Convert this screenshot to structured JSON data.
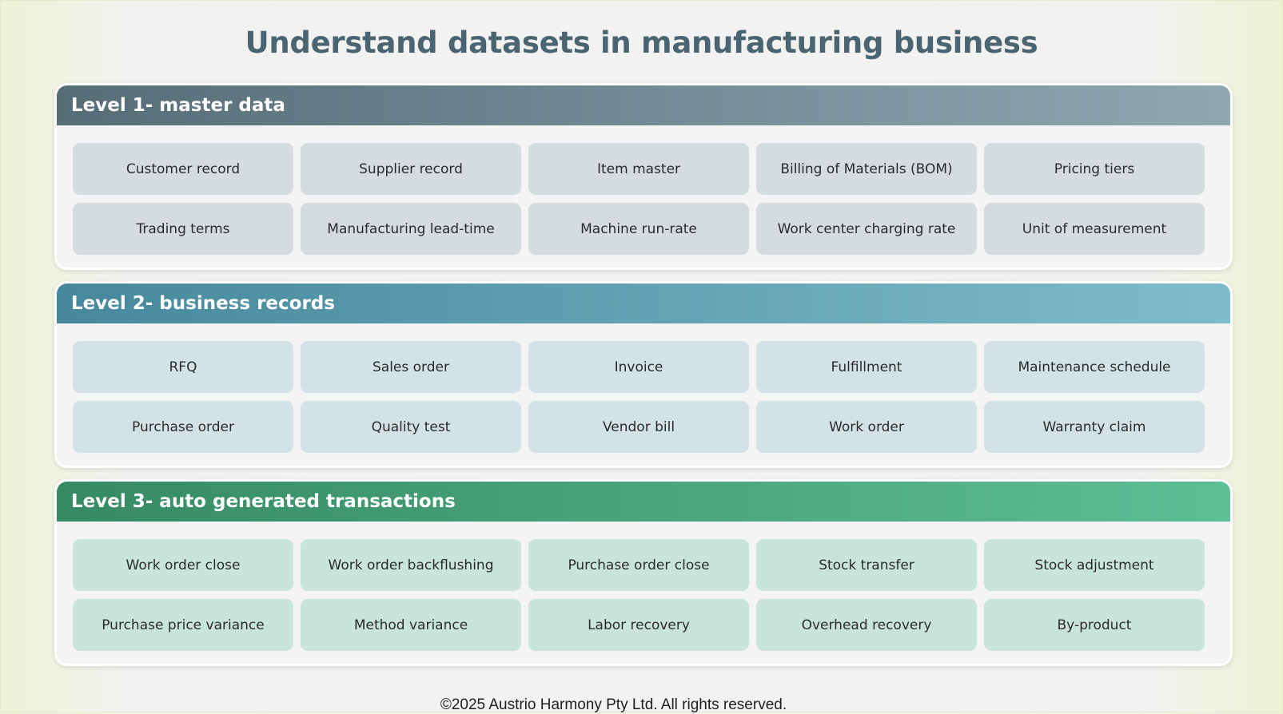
{
  "title": "Understand datasets in manufacturing business",
  "levels": [
    {
      "heading": "Level 1- master data",
      "items": [
        "Customer record",
        "Supplier record",
        "Item master",
        "Billing of Materials (BOM)",
        "Pricing tiers",
        "Trading terms",
        "Manufacturing lead-time",
        "Machine run-rate",
        "Work center charging rate",
        "Unit of measurement"
      ]
    },
    {
      "heading": "Level 2- business records",
      "items": [
        "RFQ",
        "Sales order",
        "Invoice",
        "Fulfillment",
        "Maintenance schedule",
        "Purchase order",
        "Quality test",
        "Vendor bill",
        "Work order",
        "Warranty claim"
      ]
    },
    {
      "heading": "Level 3- auto generated transactions",
      "items": [
        "Work order close",
        "Work order backflushing",
        "Purchase order close",
        "Stock transfer",
        "Stock adjustment",
        "Purchase price variance",
        "Method variance",
        "Labor recovery",
        "Overhead recovery",
        "By-product"
      ]
    }
  ],
  "footer": "©2025 Austrio Harmony Pty Ltd. All rights reserved.",
  "colors": {
    "title": "#4a6571",
    "level1_header": "#566d78",
    "level2_header": "#46889c",
    "level3_header": "#358a63"
  }
}
